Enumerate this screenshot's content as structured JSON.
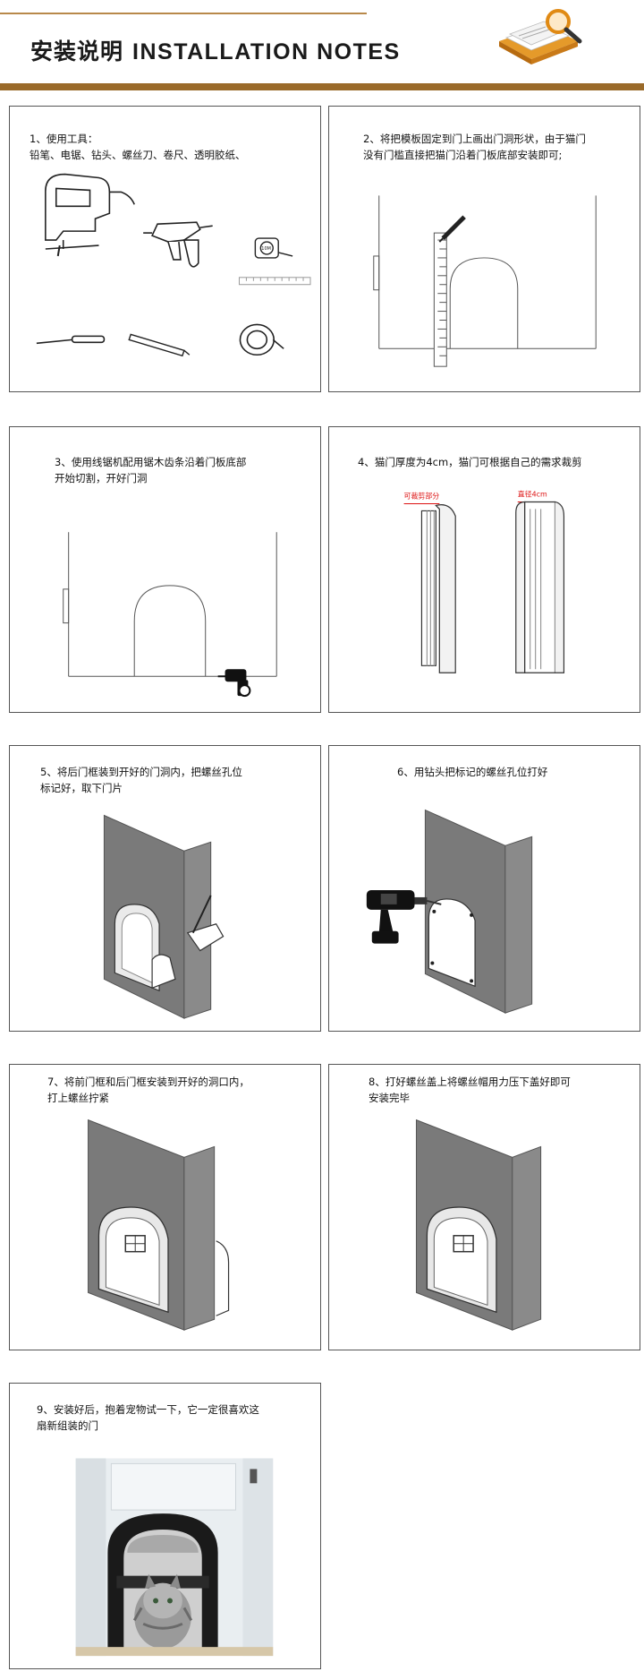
{
  "header": {
    "title_cn": "安装说明",
    "title_en": "INSTALLATION NOTES"
  },
  "steps": [
    {
      "caption": "1、使用工具：\n铅笔、电锯、钻头、螺丝刀、卷尺、透明胶纸、"
    },
    {
      "caption": "2、将把模板固定到门上画出门洞形状，由于猫门\n没有门槛直接把猫门沿着门板底部安装即可;"
    },
    {
      "caption": "3、使用线锯机配用锯木齿条沿着门板底部\n开始切割，开好门洞"
    },
    {
      "caption": "4、猫门厚度为4cm，猫门可根据自己的需求裁剪",
      "label_left": "可裁剪部分",
      "label_right": "直径4cm"
    },
    {
      "caption": "5、将后门框装到开好的门洞内，把螺丝孔位\n标记好，取下门片"
    },
    {
      "caption": "6、用钻头把标记的螺丝孔位打好"
    },
    {
      "caption": "7、将前门框和后门框安装到开好的洞口内，\n打上螺丝拧紧"
    },
    {
      "caption": "8、打好螺丝盖上将螺丝帽用力压下盖好即可\n安装完毕"
    },
    {
      "caption": "9、安装好后，抱着宠物试一下，它一定很喜欢这\n扇新组装的门"
    }
  ],
  "tape_label": "10M",
  "colors": {
    "gold": "#b8894a",
    "brown": "#9a6a2a",
    "panel_border": "#555555",
    "door_gray": "#7a7a7a"
  }
}
